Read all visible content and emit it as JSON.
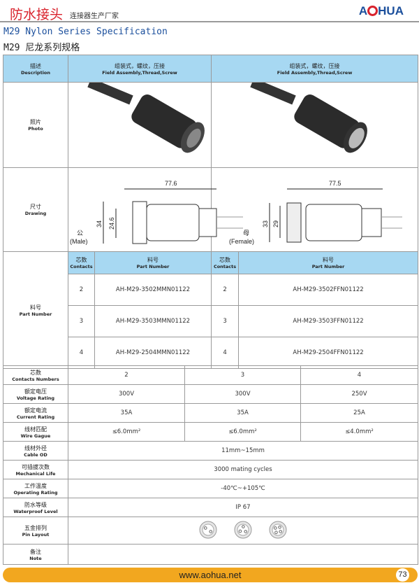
{
  "header": {
    "brand": "防水接头",
    "subtitle": "连接器生产厂家",
    "logo": "AOHUA"
  },
  "title_en": "M29 Nylon Series Specification",
  "title_zh": "M29 尼龙系列规格",
  "table": {
    "desc": {
      "zh": "描述",
      "en": "Description"
    },
    "types": [
      {
        "zh": "组装式，螺纹，压接",
        "en": "Field Assembly,Thread,Screw"
      },
      {
        "zh": "组装式，螺纹，压接",
        "en": "Field Assembly,Thread,Screw"
      }
    ],
    "photo": {
      "zh": "照片",
      "en": "Photo"
    },
    "drawing": {
      "zh": "尺寸",
      "en": "Drawing",
      "male": {
        "zh": "公",
        "en": "(Male)",
        "length": "77.6",
        "outer": "34",
        "inner": "24.6"
      },
      "female": {
        "zh": "母",
        "en": "(Female)",
        "length": "77.5",
        "outer": "33",
        "inner": "29"
      }
    },
    "part": {
      "zh": "料号",
      "en": "Part Number",
      "contacts_zh": "芯数",
      "contacts_en": "Contacts",
      "pn_zh": "料号",
      "pn_en": "Part Number",
      "rows": [
        {
          "c": "2",
          "male": "AH-M29-3502MMN01122",
          "female": "AH-M29-3502FFN01122"
        },
        {
          "c": "3",
          "male": "AH-M29-3503MMN01122",
          "female": "AH-M29-3503FFN01122"
        },
        {
          "c": "4",
          "male": "AH-M29-2504MMN01122",
          "female": "AH-M29-2504FFN01122"
        }
      ]
    },
    "specs": [
      {
        "zh": "芯数",
        "en": "Contacts Numbers",
        "values": [
          "2",
          "3",
          "4"
        ]
      },
      {
        "zh": "额定电压",
        "en": "Voltage Rating",
        "values": [
          "300V",
          "300V",
          "250V"
        ]
      },
      {
        "zh": "额定电流",
        "en": "Current Rating",
        "values": [
          "35A",
          "35A",
          "25A"
        ]
      },
      {
        "zh": "线材匹配",
        "en": "Wire Gague",
        "values": [
          "≤6.0mm²",
          "≤6.0mm²",
          "≤4.0mm²"
        ]
      }
    ],
    "merged": [
      {
        "zh": "线材外径",
        "en": "Cable OD",
        "value": "11mm~15mm"
      },
      {
        "zh": "可插拔次数",
        "en": "Mechanical Life",
        "value": "3000 mating cycles"
      },
      {
        "zh": "工作温度",
        "en": "Operating Rating",
        "value": "-40℃~+105℃"
      },
      {
        "zh": "防水等级",
        "en": "Waterproof Level",
        "value": "IP 67"
      }
    ],
    "pin": {
      "zh": "五金排列",
      "en": "Pin Layout"
    },
    "note": {
      "zh": "备注",
      "en": "Note"
    }
  },
  "footer": {
    "url": "www.aohua.net",
    "page": "73"
  }
}
